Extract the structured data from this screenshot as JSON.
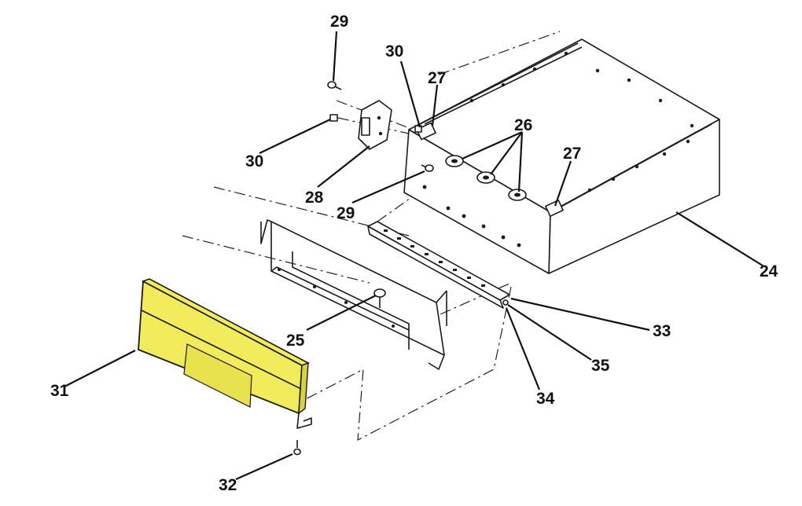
{
  "diagram": {
    "highlight_color": "#f2ec5c",
    "callouts": [
      {
        "id": "c24",
        "label": "24"
      },
      {
        "id": "c25",
        "label": "25"
      },
      {
        "id": "c26",
        "label": "26"
      },
      {
        "id": "c27a",
        "label": "27"
      },
      {
        "id": "c27b",
        "label": "27"
      },
      {
        "id": "c28",
        "label": "28"
      },
      {
        "id": "c29a",
        "label": "29"
      },
      {
        "id": "c29b",
        "label": "29"
      },
      {
        "id": "c30a",
        "label": "30"
      },
      {
        "id": "c30b",
        "label": "30"
      },
      {
        "id": "c31",
        "label": "31"
      },
      {
        "id": "c32",
        "label": "32"
      },
      {
        "id": "c33",
        "label": "33"
      },
      {
        "id": "c34",
        "label": "34"
      },
      {
        "id": "c35",
        "label": "35"
      }
    ]
  }
}
